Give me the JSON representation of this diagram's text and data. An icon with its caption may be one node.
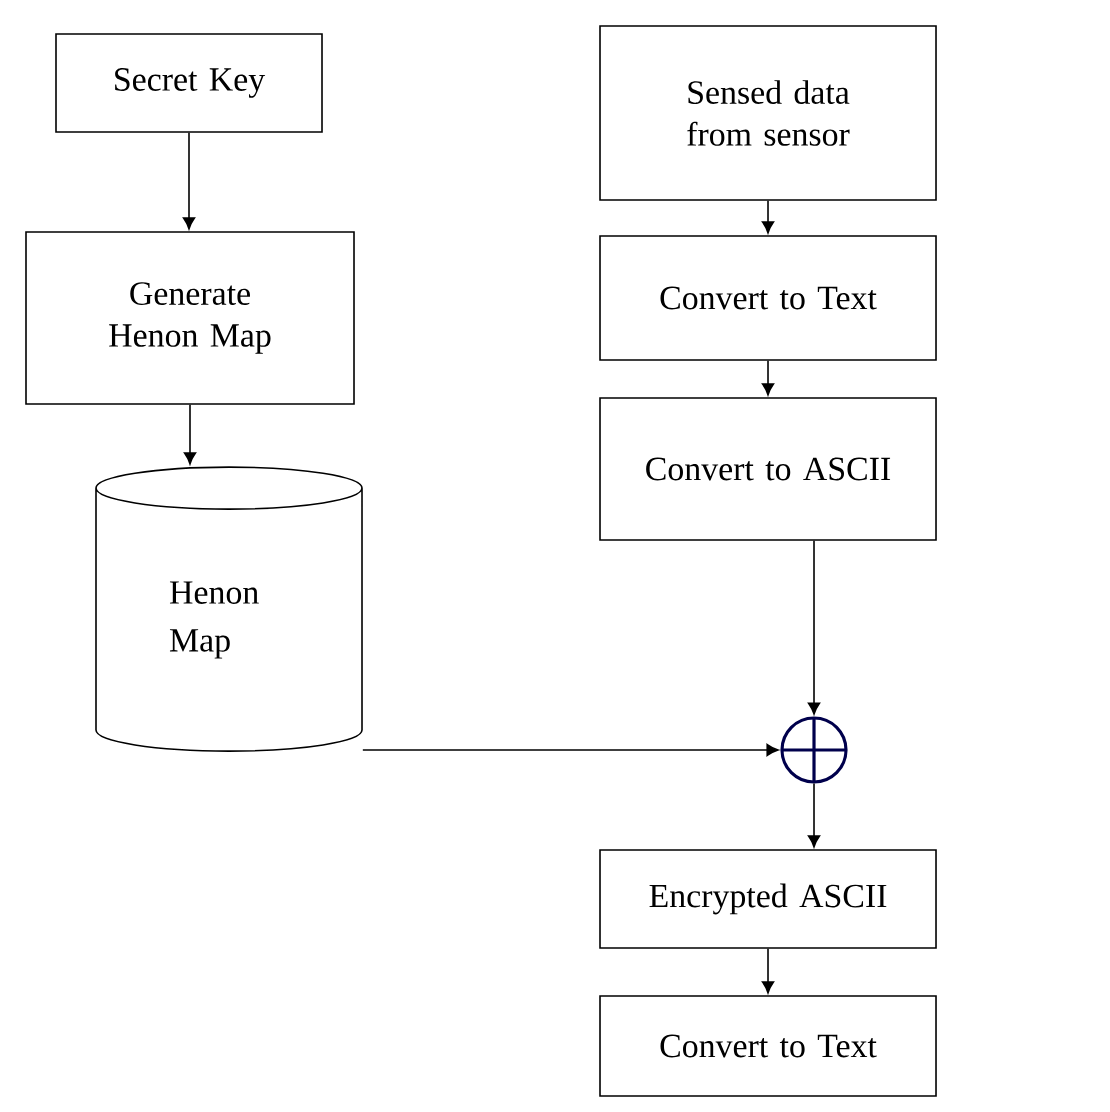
{
  "diagram": {
    "nodes": [
      {
        "text": [
          "Secret Key"
        ]
      },
      {
        "text": [
          "Generate Henon Map"
        ]
      },
      {
        "text": [
          "Henon Map"
        ]
      },
      {
        "text": [
          "Sensed data from sensor"
        ]
      },
      {
        "text": [
          "Convert to Text"
        ]
      },
      {
        "text": [
          "Convert to ASCII"
        ]
      },
      {
        "text": [],
        "shape": "circle"
      },
      {
        "text": [
          "Encrypted ASCII"
        ]
      },
      {
        "text": [
          "Convert to Text"
        ]
      }
    ],
    "edges": [
      {
        "from": 0,
        "to": 1,
        "arrow": "to"
      },
      {
        "from": 1,
        "to": 2,
        "arrow": "to"
      },
      {
        "from": 3,
        "to": 4,
        "arrow": "to"
      },
      {
        "from": 4,
        "to": 5,
        "arrow": "to"
      },
      {
        "from": 5,
        "to": 6,
        "arrow": "to"
      },
      {
        "from": 2,
        "to": 6,
        "arrow": "to"
      },
      {
        "from": 6,
        "to": 7,
        "arrow": "to"
      },
      {
        "from": 7,
        "to": 8,
        "arrow": "to"
      }
    ]
  }
}
